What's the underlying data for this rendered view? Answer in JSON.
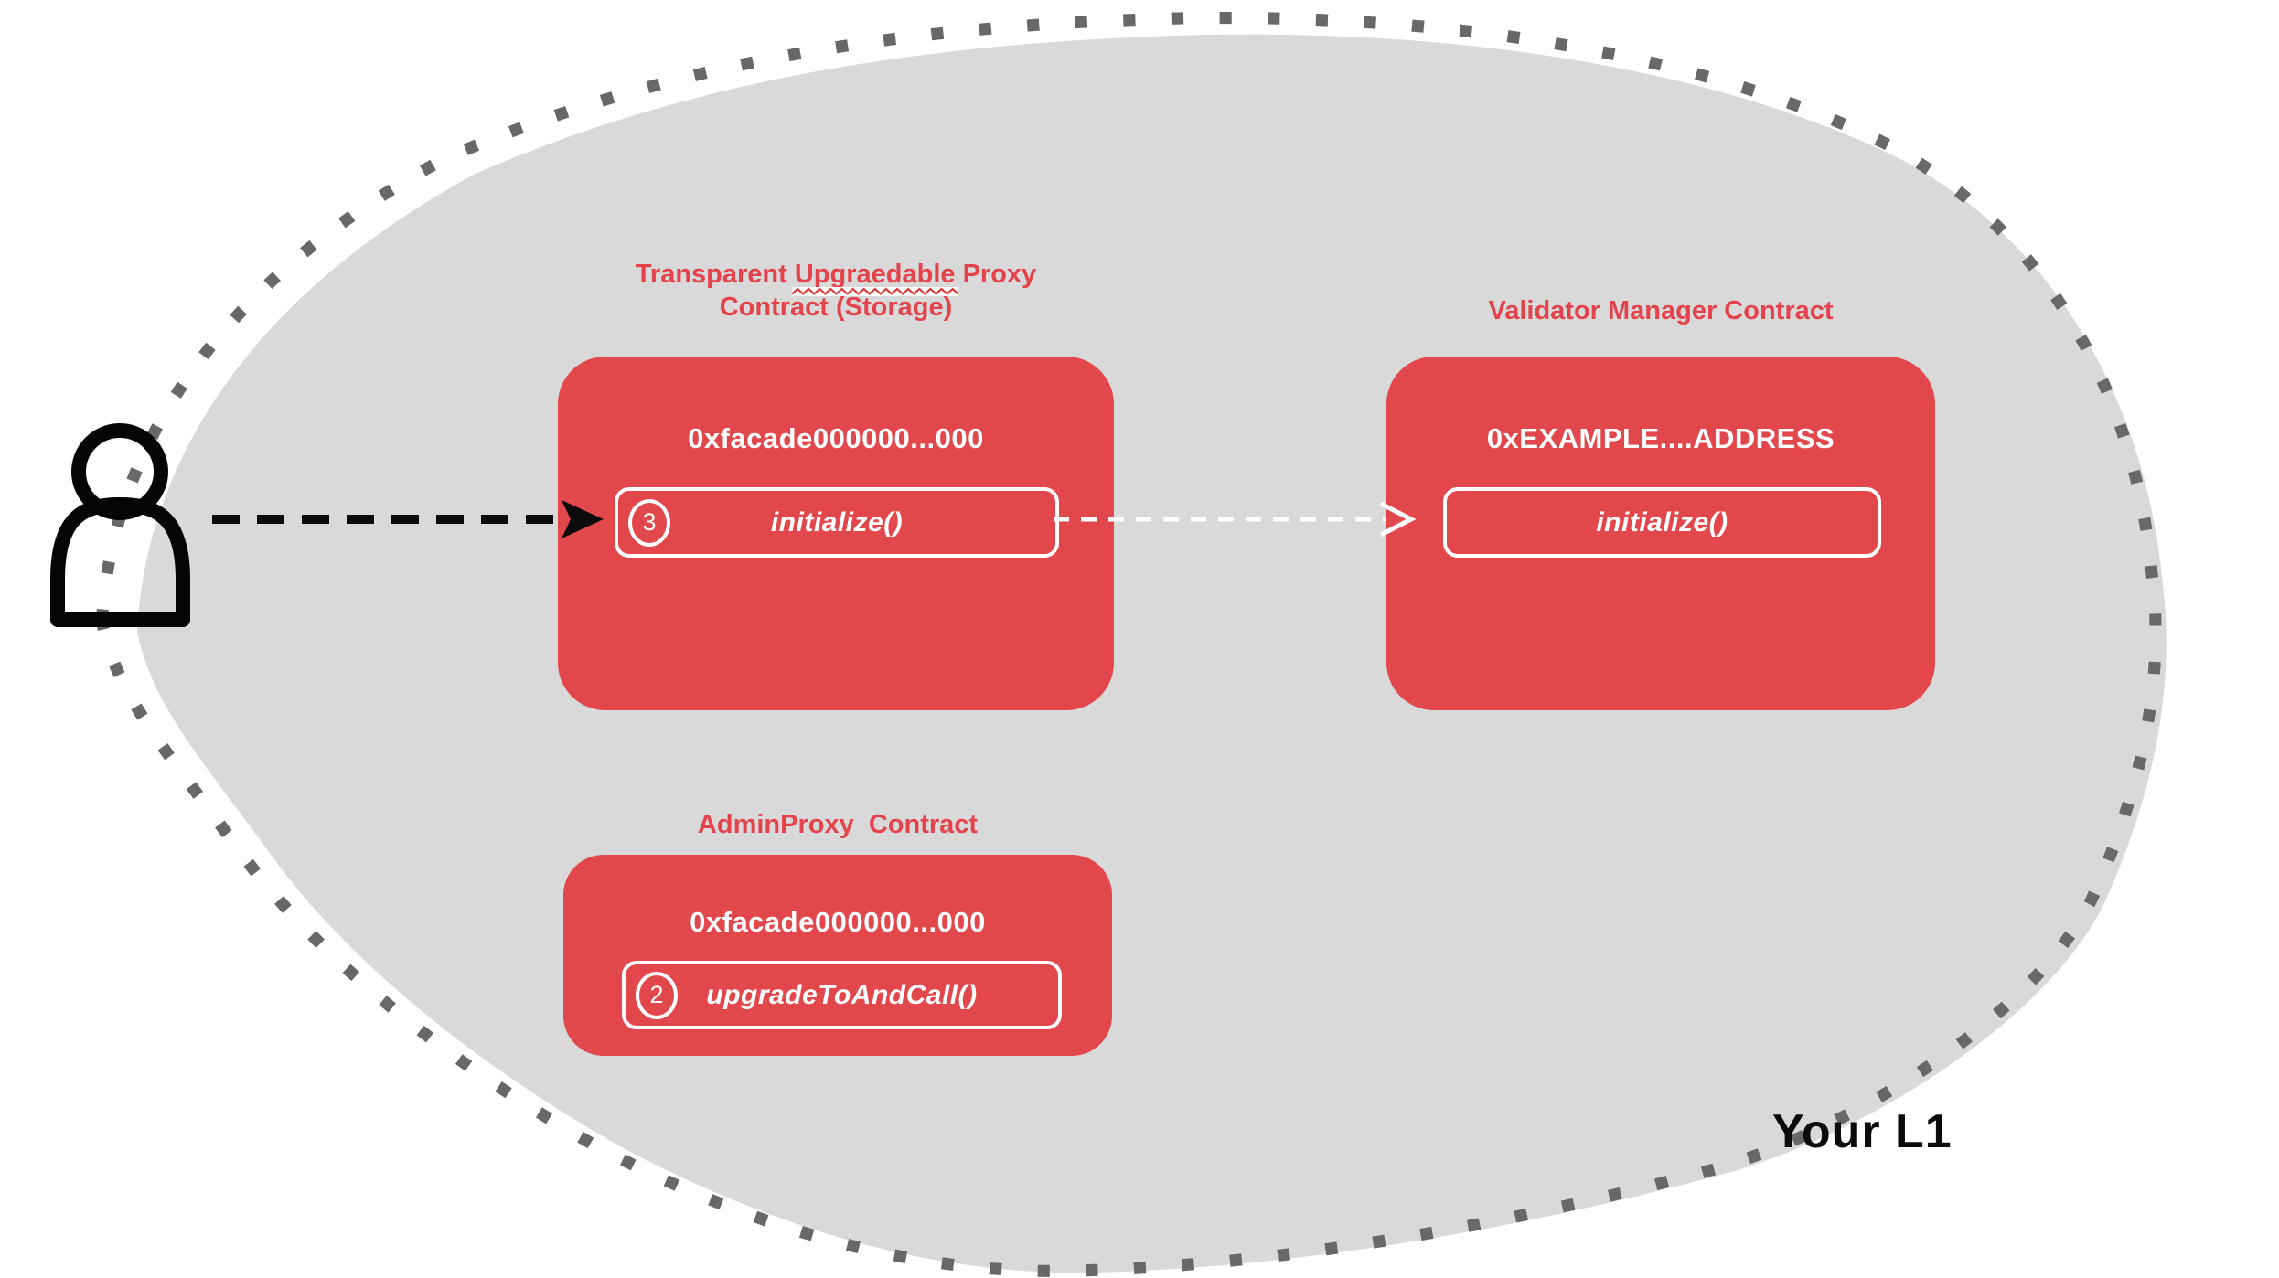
{
  "colors": {
    "box_red": "#E2474B",
    "title_red": "#E4434C",
    "blob_gray": "#D9D9D9",
    "dot_gray": "#686868",
    "ink_black": "#0B0B0B",
    "white": "#FFFFFF"
  },
  "region": {
    "label": "Your L1"
  },
  "proxy_box": {
    "title_line1_pre": "Transparent ",
    "title_misspelled_word": "Upgraedable",
    "title_line1_post": " Proxy",
    "title_line2": "Contract (Storage)",
    "address": "0xfacade000000...000",
    "step_number": "3",
    "method": "initialize()"
  },
  "validator_box": {
    "title": "Validator Manager Contract",
    "address": "0xEXAMPLE....ADDRESS",
    "method": "initialize()"
  },
  "admin_box": {
    "title": "AdminProxy  Contract",
    "address": "0xfacade000000...000",
    "step_number": "2",
    "method": "upgradeToAndCall()"
  }
}
